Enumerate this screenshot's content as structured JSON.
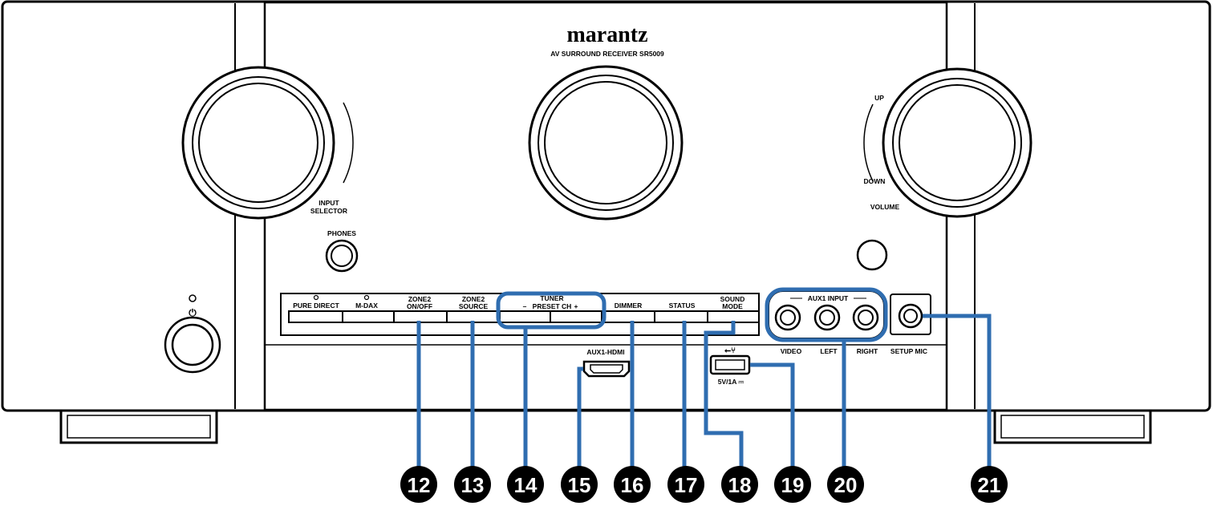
{
  "panel": {
    "brand": "marantz",
    "model": "AV SURROUND RECEIVER SR5009",
    "knob_left_label": [
      "INPUT",
      "SELECTOR"
    ],
    "knob_right_label": "VOLUME",
    "volume_up": "UP",
    "volume_down": "DOWN",
    "phones": "PHONES",
    "power_symbol": "⏻"
  },
  "buttons": [
    {
      "id": "pure-direct",
      "label": [
        "PURE DIRECT"
      ]
    },
    {
      "id": "m-dax",
      "label": [
        "M-DAX"
      ]
    },
    {
      "id": "zone2-onoff",
      "label": [
        "ZONE2",
        "ON/OFF"
      ]
    },
    {
      "id": "zone2-source",
      "label": [
        "ZONE2",
        "SOURCE"
      ]
    },
    {
      "id": "preset-minus",
      "label": [
        "–"
      ]
    },
    {
      "id": "preset-plus",
      "label": [
        "+"
      ]
    },
    {
      "id": "dimmer",
      "label": [
        "DIMMER"
      ]
    },
    {
      "id": "status",
      "label": [
        "STATUS"
      ]
    },
    {
      "id": "sound-mode",
      "label": [
        "SOUND",
        "MODE"
      ]
    }
  ],
  "tuner_label": [
    "TUNER",
    "PRESET CH"
  ],
  "ports": {
    "aux1_hdmi": "AUX1-HDMI",
    "usb_rating": "5V/1A ⎓",
    "aux1_input": "AUX1 INPUT",
    "video": "VIDEO",
    "left": "LEFT",
    "right": "RIGHT",
    "setup_mic": "SETUP MIC"
  },
  "callouts": [
    "12",
    "13",
    "14",
    "15",
    "16",
    "17",
    "18",
    "19",
    "20",
    "21"
  ],
  "colors": {
    "callout_line": "#2f6db0",
    "outline": "#000000"
  }
}
